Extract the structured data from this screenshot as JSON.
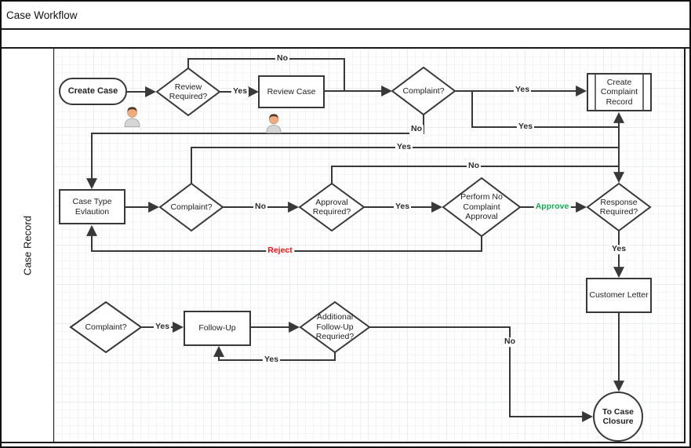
{
  "header": {
    "title": "Case Workflow"
  },
  "lane": {
    "label": "Case Record"
  },
  "colors": {
    "line": "#383838",
    "approve_green": "#12b04f",
    "reject_red": "#f50f0f"
  },
  "nodes": {
    "create_case": {
      "label": "Create Case",
      "type": "start"
    },
    "review_required": {
      "label": "Review Required?",
      "type": "decision"
    },
    "review_case": {
      "label": "Review Case",
      "type": "process"
    },
    "complaint_1": {
      "label": "Complaint?",
      "type": "decision"
    },
    "create_complaint_record": {
      "label": "Create Complaint Record",
      "type": "predefined-process"
    },
    "case_type_evaluation": {
      "label": "Case Type Evlaution",
      "type": "process"
    },
    "complaint_2": {
      "label": "Complaint?",
      "type": "decision"
    },
    "approval_required": {
      "label": "Approval Required?",
      "type": "decision"
    },
    "perform_no_complaint_approval": {
      "label": "Perform No Complaint Approval",
      "type": "decision"
    },
    "response_required": {
      "label": "Response Required?",
      "type": "decision"
    },
    "customer_letter": {
      "label": "Customer Letter",
      "type": "process"
    },
    "complaint_3": {
      "label": "Complaint?",
      "type": "decision"
    },
    "follow_up": {
      "label": "Follow-Up",
      "type": "process"
    },
    "additional_follow_up": {
      "label": "Additional Follow-Up Requried?",
      "type": "decision"
    },
    "to_case_closure": {
      "label": "To Case Closure",
      "type": "terminator"
    }
  },
  "edges": {
    "review_no": {
      "label": "No"
    },
    "review_yes": {
      "label": "Yes"
    },
    "complaint1_yes": {
      "label": "Yes"
    },
    "complaint1_yes_branch": {
      "label": "Yes"
    },
    "complaint1_no": {
      "label": "No"
    },
    "complaint2_yes_up": {
      "label": "Yes"
    },
    "approval_no_up": {
      "label": "No"
    },
    "complaint2_no": {
      "label": "No"
    },
    "approval_yes": {
      "label": "Yes"
    },
    "approve": {
      "label": "Approve"
    },
    "reject": {
      "label": "Reject"
    },
    "response_yes": {
      "label": "Yes"
    },
    "complaint3_yes": {
      "label": "Yes"
    },
    "followup_loop_yes": {
      "label": "Yes"
    },
    "additional_no": {
      "label": "No"
    }
  }
}
